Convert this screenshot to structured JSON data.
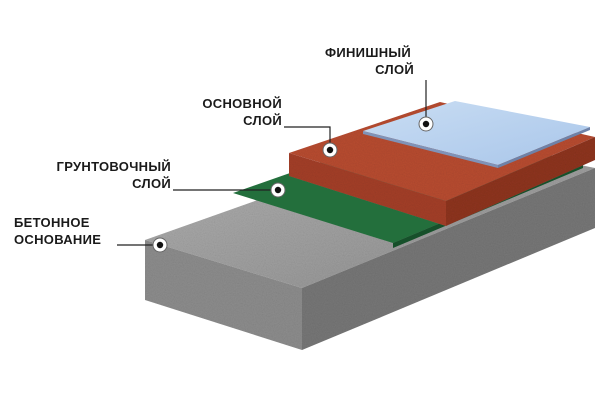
{
  "layers": [
    {
      "id": "finish",
      "line1": "ФИНИШНЫЙ",
      "line2": "СЛОЙ",
      "color": "#b9d3ef"
    },
    {
      "id": "base",
      "line1": "ОСНОВНОЙ",
      "line2": "СЛОЙ",
      "color": "#b44a30"
    },
    {
      "id": "primer",
      "line1": "ГРУНТОВОЧНЫЙ",
      "line2": "СЛОЙ",
      "color": "#1f6b38"
    },
    {
      "id": "concrete",
      "line1": "БЕТОННОЕ",
      "line2": "ОСНОВАНИЕ",
      "color": "#9c9c9c"
    }
  ]
}
